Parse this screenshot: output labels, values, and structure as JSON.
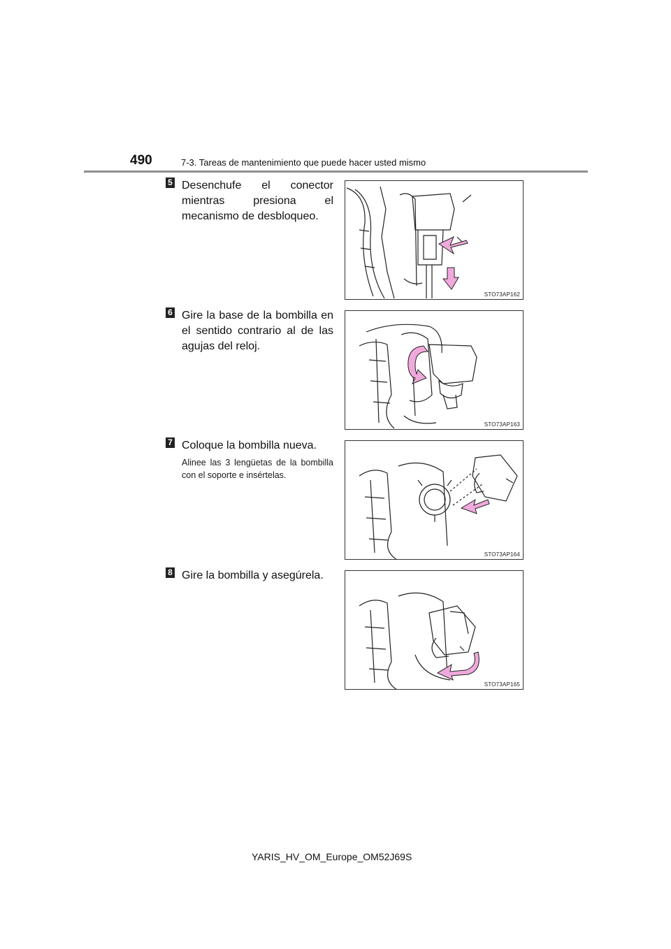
{
  "header": {
    "page_number": "490",
    "section_title": "7-3. Tareas de mantenimiento que puede hacer usted mismo"
  },
  "steps": [
    {
      "number": "5",
      "text": "Desenchufe el conector mientras presiona el mecanismo de desbloqueo.",
      "note": "",
      "image_code": "STO73AP162"
    },
    {
      "number": "6",
      "text": "Gire la base de la bombilla en el sentido contrario al de las agujas del reloj.",
      "note": "",
      "image_code": "STO73AP163"
    },
    {
      "number": "7",
      "text": "Coloque la bombilla nueva.",
      "note": "Alinee las 3 lengüetas de la bombilla con el soporte e insértelas.",
      "image_code": "STO73AP164"
    },
    {
      "number": "8",
      "text": "Gire la bombilla y asegúrela.",
      "note": "",
      "image_code": "STO73AP165"
    }
  ],
  "footer": {
    "doc_id": "YARIS_HV_OM_Europe_OM52J69S"
  },
  "colors": {
    "arrow_fill": "#f0a9dc",
    "rule": "#8f8f8f",
    "badge": "#222222"
  }
}
